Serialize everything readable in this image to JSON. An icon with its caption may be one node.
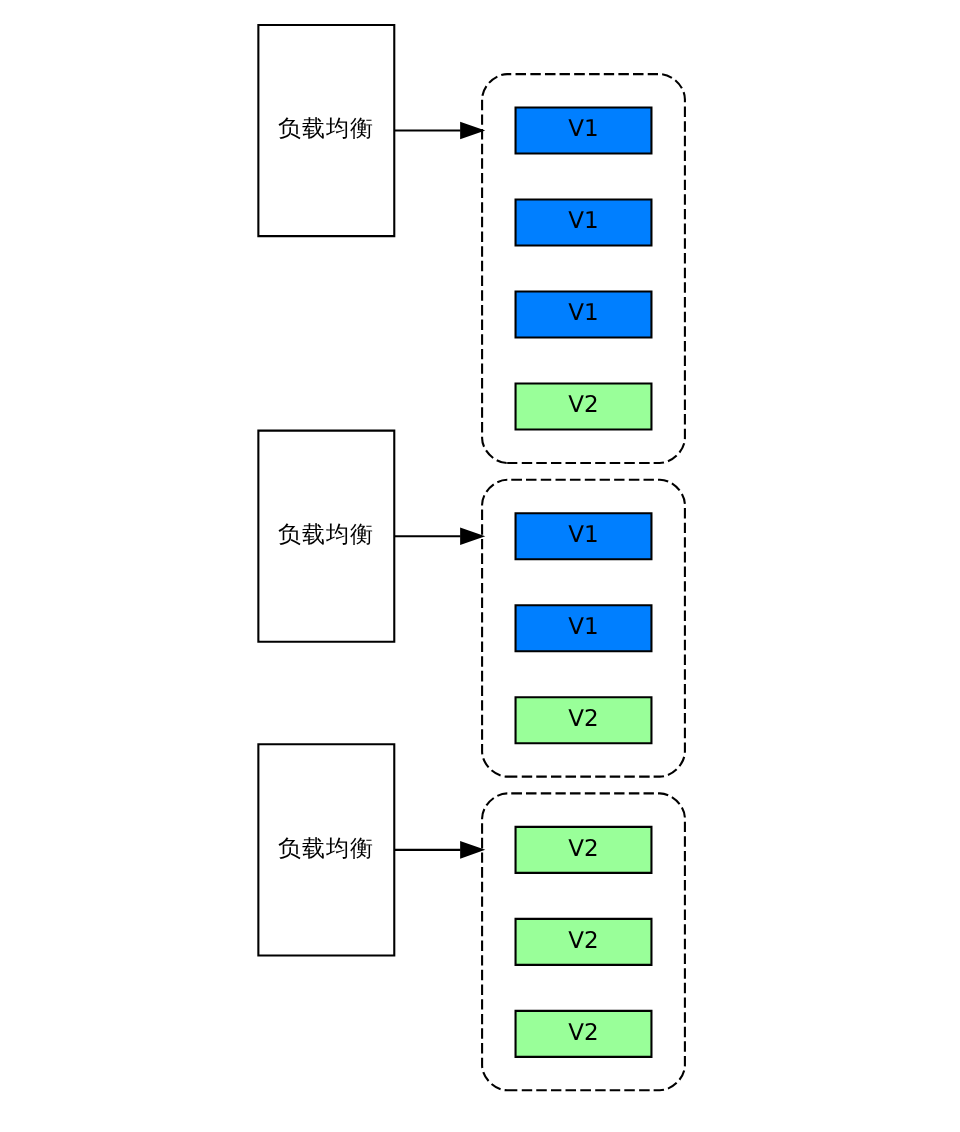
{
  "diagram": {
    "nodes": [
      {
        "text": [
          "负载均衡"
        ]
      },
      {
        "text": [],
        "shape": "box"
      },
      {
        "text": [
          "V1"
        ],
        "in": 1
      },
      {
        "text": [
          "V1"
        ],
        "in": 1
      },
      {
        "text": [
          "V1"
        ],
        "in": 1
      },
      {
        "text": [
          "V2"
        ],
        "in": 1
      },
      {
        "text": [
          "负载均衡"
        ]
      },
      {
        "text": [],
        "shape": "box"
      },
      {
        "text": [
          "V1"
        ],
        "in": 7
      },
      {
        "text": [
          "V1"
        ],
        "in": 7
      },
      {
        "text": [
          "V2"
        ],
        "in": 7
      },
      {
        "text": [
          "负载均衡"
        ]
      },
      {
        "text": [],
        "shape": "box"
      },
      {
        "text": [
          "V2"
        ],
        "in": 12
      },
      {
        "text": [
          "V2"
        ],
        "in": 12
      },
      {
        "text": [
          "V2"
        ],
        "in": 12
      }
    ],
    "edges": [
      {
        "from": 0,
        "to": 1,
        "arrow": "to"
      },
      {
        "from": 6,
        "to": 7,
        "arrow": "to"
      },
      {
        "from": 11,
        "to": 12,
        "arrow": "to"
      }
    ]
  }
}
